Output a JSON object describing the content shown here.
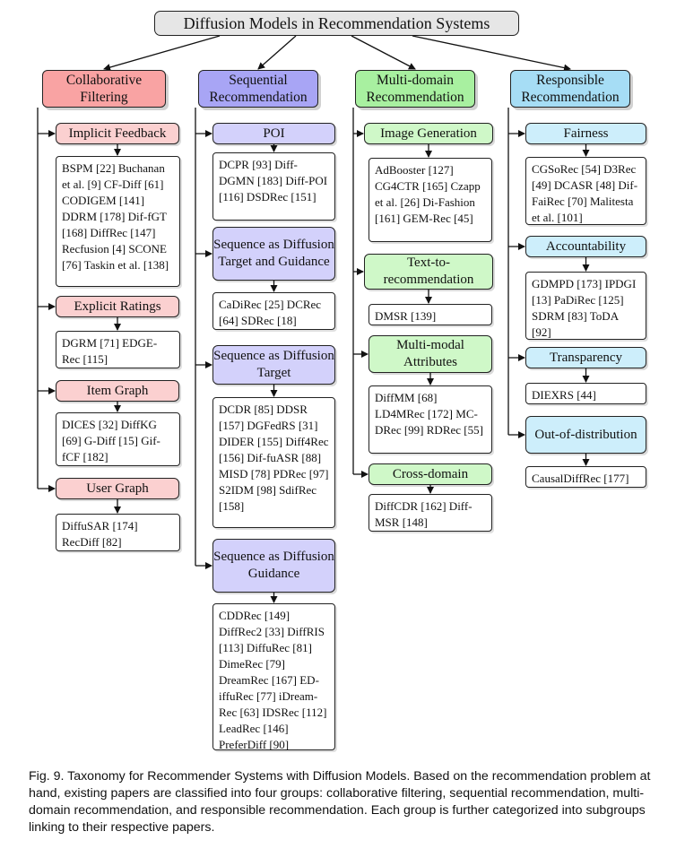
{
  "root": "Diffusion Models in Recommendation Systems",
  "categories": [
    {
      "title": "Collaborative Filtering",
      "color": "#f9a3a3",
      "subgroups": [
        {
          "title": "Implicit Feedback",
          "papers": "BSPM [22] Buchanan et al. [9] CF-Diff [61] CODIGEM [141] DDRM [178] Dif-fGT [168] DiffRec [147] Recfusion [4] SCONE [76] Taskin et al. [138]"
        },
        {
          "title": "Explicit Ratings",
          "papers": "DGRM [71] EDGE-Rec [115]"
        },
        {
          "title": "Item Graph",
          "papers": "DICES [32] DiffKG [69] G-Diff [15] Gif-fCF [182]"
        },
        {
          "title": "User Graph",
          "papers": "DiffuSAR [174] RecDiff [82]"
        }
      ]
    },
    {
      "title": "Sequential Recommendation",
      "color": "#a8a5f5",
      "subgroups": [
        {
          "title": "POI",
          "papers": "DCPR [93] Diff-DGMN [183] Diff-POI [116] DSDRec [151]"
        },
        {
          "title": "Sequence as Diffusion Target and Guidance",
          "papers": "CaDiRec [25] DCRec [64] SDRec [18]"
        },
        {
          "title": "Sequence as Diffusion Target",
          "papers": "DCDR [85] DDSR [157] DGFedRS [31] DIDER [155] Diff4Rec [156] Dif-fuASR [88] MISD [78] PDRec [97] S2IDM [98] SdifRec [158]"
        },
        {
          "title": "Sequence as Diffusion Guidance",
          "papers": "CDDRec [149] DiffRec2 [33] DiffRIS [113] DiffuRec [81] DimeRec [79] DreamRec [167] ED-iffuRec [77] iDream-Rec [63] IDSRec [112] LeadRec [146] PreferDiff [90]"
        }
      ]
    },
    {
      "title": "Multi-domain Recommendation",
      "color": "#a8f0a0",
      "subgroups": [
        {
          "title": "Image Generation",
          "papers": "AdBooster [127] CG4CTR [165] Czapp et al. [26] Di-Fashion [161] GEM-Rec [45]"
        },
        {
          "title": "Text-to-recommendation",
          "papers": "DMSR [139]"
        },
        {
          "title": "Multi-modal Attributes",
          "papers": "DiffMM [68] LD4MRec [172] MC-DRec [99] RDRec [55]"
        },
        {
          "title": "Cross-domain",
          "papers": "DiffCDR [162] Diff-MSR [148]"
        }
      ]
    },
    {
      "title": "Responsible Recommendation",
      "color": "#a6ddf5",
      "subgroups": [
        {
          "title": "Fairness",
          "papers": "CGSoRec [54] D3Rec [49] DCASR [48] Dif-FaiRec [70] Malitesta et al. [101]"
        },
        {
          "title": "Accountability",
          "papers": "GDMPD [173] IPDGI [13] PaDiRec [125] SDRM [83] ToDA [92]"
        },
        {
          "title": "Transparency",
          "papers": "DIEXRS [44]"
        },
        {
          "title": "Out-of-distribution",
          "papers": "CausalDiffRec [177]"
        }
      ]
    }
  ],
  "caption": "Fig. 9.  Taxonomy for Recommender Systems with Diffusion Models. Based on the recommendation problem at hand, existing papers are classified into four groups: collaborative filtering, sequential recommendation, multi-domain recommendation, and responsible recommendation. Each group is further categorized into subgroups linking to their respective papers."
}
